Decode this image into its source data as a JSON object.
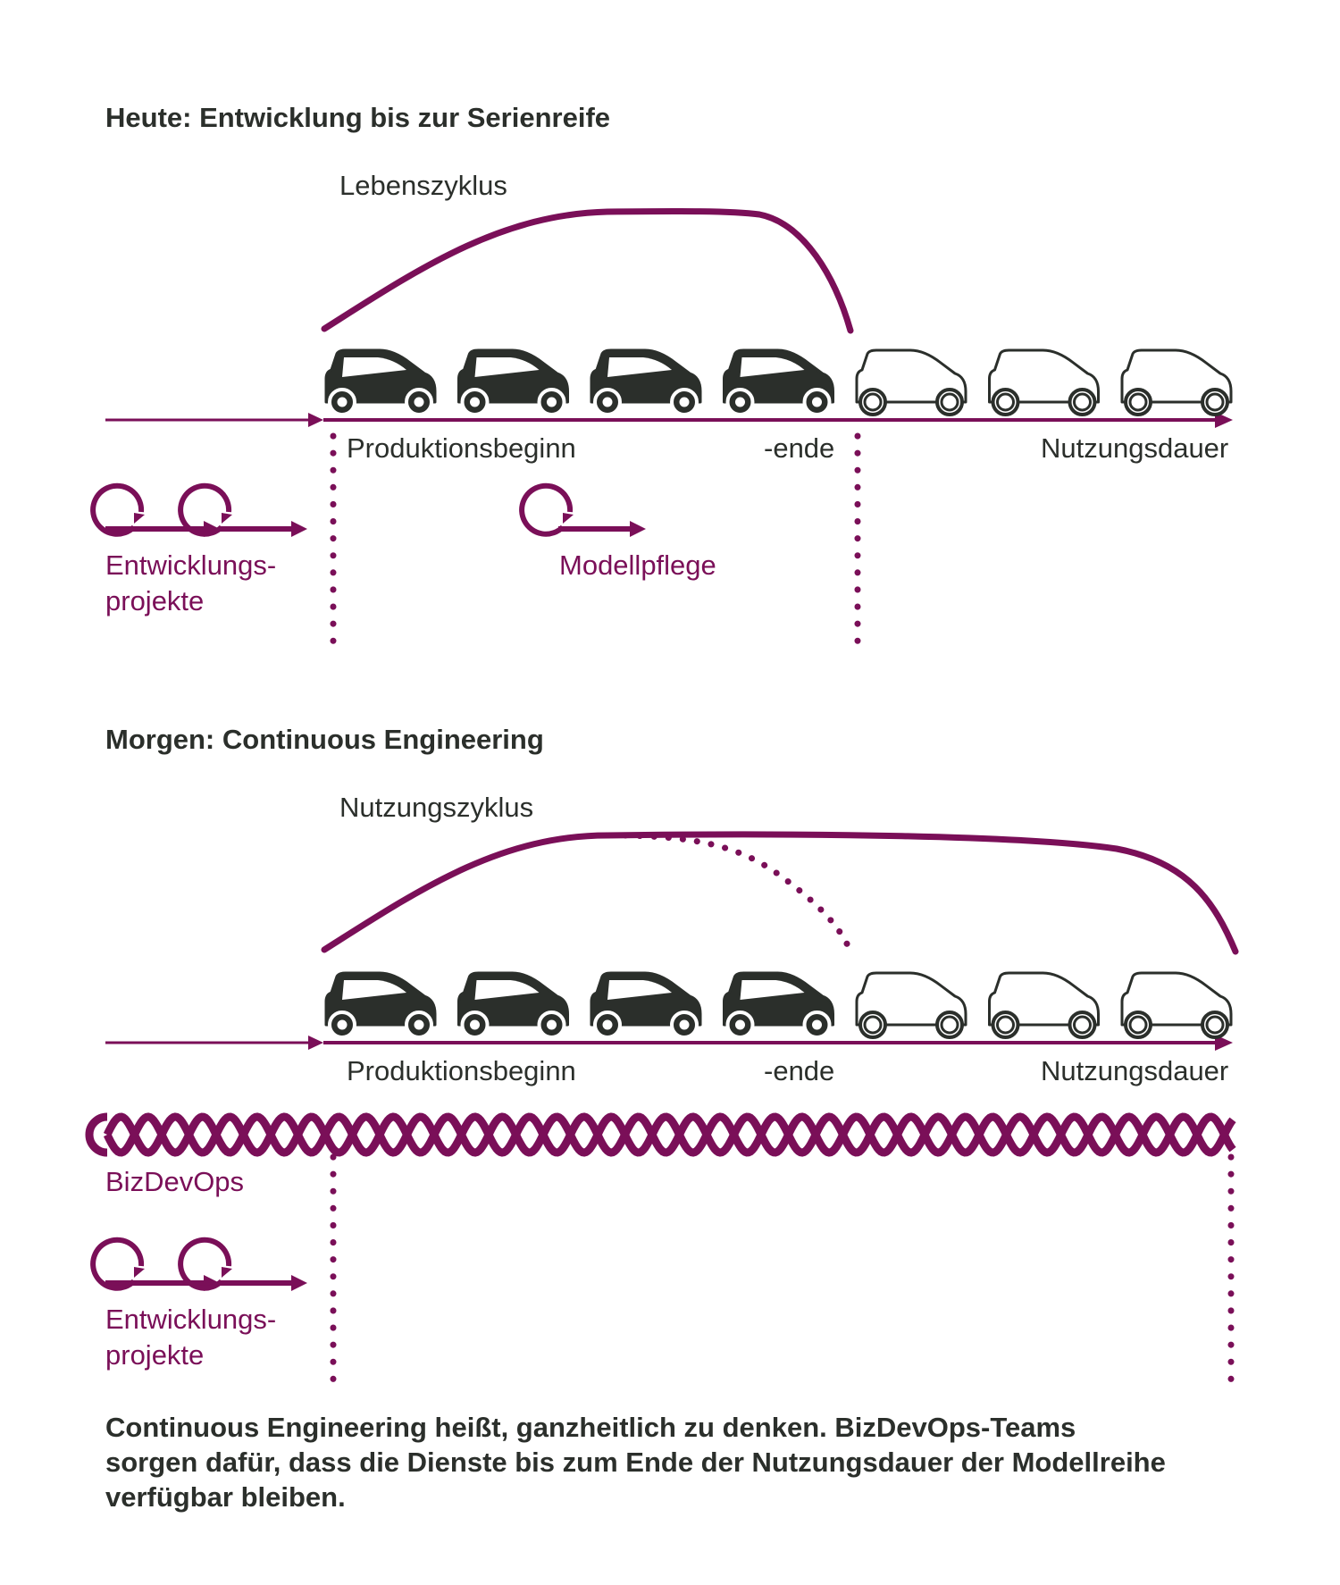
{
  "colors": {
    "accent": "#7a0f58",
    "dark": "#2b2f2b",
    "background": "#ffffff"
  },
  "today": {
    "heading": "Heute: Entwicklung bis zur Serienreife",
    "curve_label": "Lebenszyklus",
    "axis_labels": {
      "start": "Produktionsbeginn",
      "end": "-ende",
      "usage": "Nutzungsdauer"
    },
    "loop_label_1": "Entwicklungs-",
    "loop_label_2": "projekte",
    "maintenance_label": "Modellpflege",
    "cars_filled": 4,
    "cars_outline": 3
  },
  "tomorrow": {
    "heading": "Morgen: Continuous Engineering",
    "curve_label": "Nutzungszyklus",
    "axis_labels": {
      "start": "Produktionsbeginn",
      "end": "-ende",
      "usage": "Nutzungsdauer"
    },
    "helix_label": "BizDevOps",
    "loop_label_1": "Entwicklungs-",
    "loop_label_2": "projekte",
    "cars_filled": 4,
    "cars_outline": 3
  },
  "caption": {
    "line1": "Continuous Engineering heißt, ganzheitlich zu denken. BizDevOps-Teams",
    "line2": "sorgen dafür, dass die Dienste bis zum Ende der Nutzungsdauer der Modellreihe",
    "line3": "verfügbar bleiben."
  },
  "icons": [
    "car-icon",
    "loop-arrow-icon",
    "helix-icon",
    "arrow-icon"
  ]
}
